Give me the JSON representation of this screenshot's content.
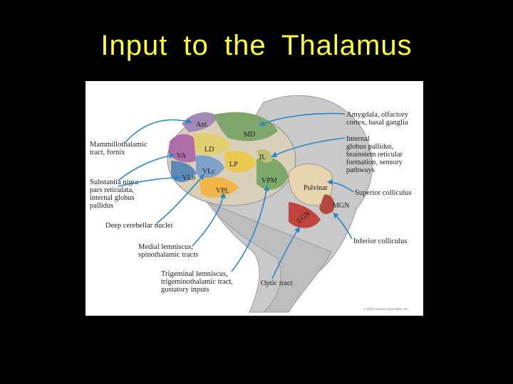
{
  "slide": {
    "title": "Input to the Thalamus",
    "background": "#000000",
    "title_color": "#ffff33"
  },
  "figure": {
    "regions": {
      "ant": "Ant.",
      "md": "MD",
      "ld": "LD",
      "va": "VA",
      "lp": "LP",
      "vlc": "VLc",
      "vlo": "VLo",
      "vpl": "VPL",
      "vpm": "VPM",
      "pulvinar": "Pulvinar",
      "mgn": "MGN",
      "lgn": "LGN",
      "il": "IL"
    },
    "labels": {
      "mammillothalamic": [
        "Mammillothalamic",
        "tract, fornix"
      ],
      "substantia": [
        "Substantia nigra",
        "pars reticulata,",
        "internal globus",
        "pallidus"
      ],
      "deep_cerebellar": [
        "Deep cerebellar nuclei"
      ],
      "medial_lemniscus": [
        "Medial lemniscus,",
        "spinothalamic tracts"
      ],
      "trigeminal": [
        "Trigeminal lemniscus,",
        "trigeminothalamic tract,",
        "gustatory inputs"
      ],
      "optic_tract": [
        "Optic tract"
      ],
      "amygdala": [
        "Amygdala, olfactory",
        "cortex, basal ganglia"
      ],
      "internal_gp": [
        "Internal",
        "globus pallidus,",
        "brainstem reticular",
        "formation, sensory",
        "pathways"
      ],
      "superior_colliculus": [
        "Superior colliculus"
      ],
      "inferior_colliculus": [
        "Inferior colliculus"
      ]
    },
    "copyright": "© 2004 Sinauer Associates, Inc.",
    "arrow_color": "#2a86c8"
  }
}
